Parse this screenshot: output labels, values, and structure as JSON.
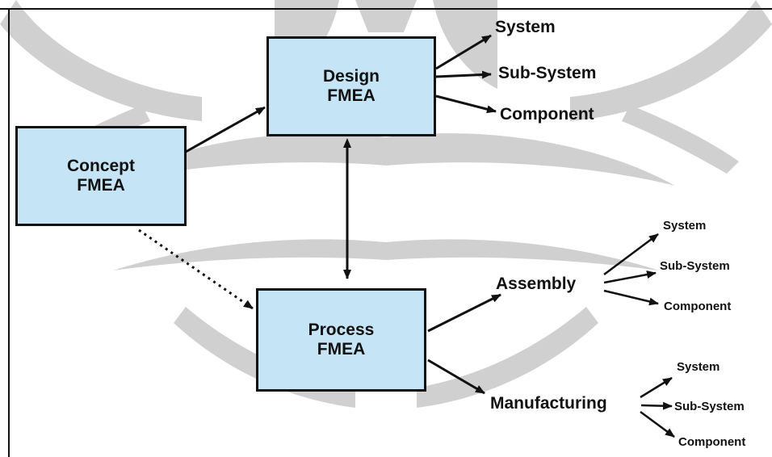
{
  "colors": {
    "box_fill": "#c5e4f5",
    "box_border": "#111111",
    "arrow": "#111111",
    "watermark": "#c8c8c8"
  },
  "boxes": {
    "concept": {
      "line1": "Concept",
      "line2": "FMEA"
    },
    "design": {
      "line1": "Design",
      "line2": "FMEA"
    },
    "process": {
      "line1": "Process",
      "line2": "FMEA"
    }
  },
  "design_outputs": [
    "System",
    "Sub-System",
    "Component"
  ],
  "process_outputs": {
    "assembly": {
      "label": "Assembly",
      "items": [
        "System",
        "Sub-System",
        "Component"
      ]
    },
    "manufacturing": {
      "label": "Manufacturing",
      "items": [
        "System",
        "Sub-System",
        "Component"
      ]
    }
  }
}
